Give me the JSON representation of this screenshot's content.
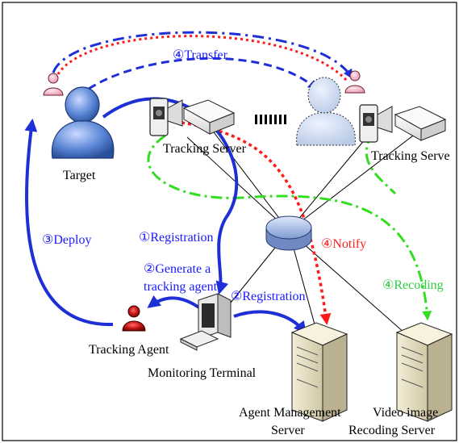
{
  "colors": {
    "blue_arrow": "#1f2fd6",
    "red_arrow": "#ff1a1a",
    "green_arrow": "#33dd22",
    "label_blue": "#1a1aff",
    "label_red": "#ff2020",
    "label_green": "#2ecc40",
    "frame": "#000000"
  },
  "icons": [
    "person-icon",
    "camera-icon",
    "server-box-icon",
    "router-icon",
    "tower-server-icon",
    "workstation-icon",
    "agent-icon"
  ],
  "labels": {
    "transfer": "④Transfer",
    "tracking_server_1": "Tracking Server",
    "tracking_server_2": "Tracking Serve",
    "target": "Target",
    "registration_1": "①Registration",
    "notify": "④Notify",
    "deploy": "③Deploy",
    "generate_line1": "②Generate a",
    "generate_line2": "tracking agent",
    "registration_2": "②Registration",
    "recoding": "④Recoding",
    "tracking_agent": "Tracking Agent",
    "monitoring_terminal": "Monitoring Terminal",
    "agent_mgmt_line1": "Agent Management",
    "agent_mgmt_line2": "Server",
    "video_line1": "Video image",
    "video_line2": "Recoding Server"
  }
}
